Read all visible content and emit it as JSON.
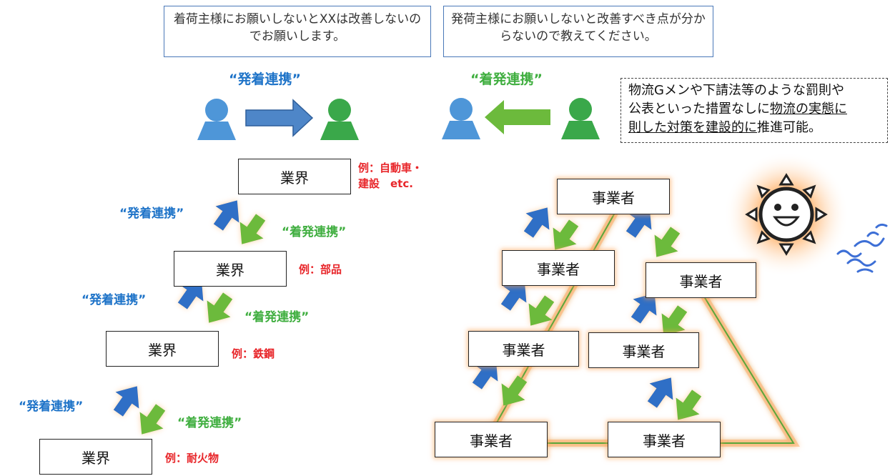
{
  "top": {
    "bubble_left": "着荷主様にお願いしないとXXは改善しないのでお願いします。",
    "bubble_right": "発荷主様にお願いしないと改善すべき点が分からないので教えてください。",
    "label_left": "“発着連携”",
    "label_right": "“着発連携”",
    "note_line1": "物流Gメンや下請法等のような罰則や",
    "note_line2_plain": "公表といった措置なしに",
    "note_line2_underlined": "物流の実態に",
    "note_line3_underlined": "則した対策を建設的に",
    "note_line3_plain": "推進可能。"
  },
  "staircase": {
    "boxes": [
      "業界",
      "業界",
      "業界",
      "業界"
    ],
    "examples": [
      "例：自動車・\n建設　etc.",
      "例：部品",
      "例：鉄鋼",
      "例：耐火物"
    ],
    "up_label": "“発着連携”",
    "down_label": "“着発連携”"
  },
  "pyramid": {
    "boxes": [
      "事業者",
      "事業者",
      "事業者",
      "事業者",
      "事業者",
      "事業者",
      "事業者"
    ]
  },
  "colors": {
    "blue_arrow": "#2f6fc6",
    "green_arrow": "#6cba3c",
    "person_blue": "#4e96d8",
    "person_green": "#3aa84a",
    "sun": "#222222",
    "glow": "#ff9a3c"
  },
  "icons": [
    "sun-icon",
    "wind-icon",
    "person-icon",
    "arrow-right-icon",
    "arrow-left-icon"
  ]
}
